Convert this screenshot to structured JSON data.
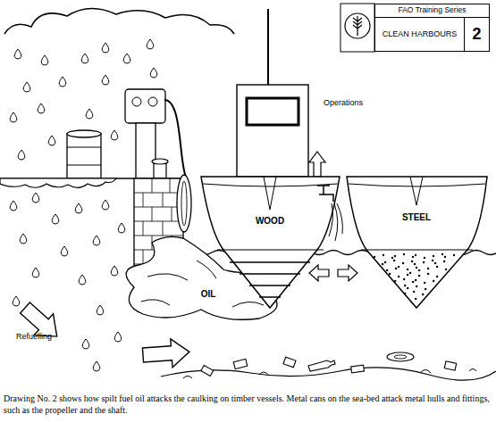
{
  "diagram": {
    "caption": "Drawing No. 2 shows how spilt fuel oil attacks the caulking on timber vessels. Metal cans on the sea-bed attack metal hulls and fittings, such as the propeller and the shaft.",
    "nodes": [
      {
        "text": [
          "FAO Training Series",
          "CLEAN HARBOURS",
          "2"
        ]
      },
      {
        "text": [
          "WOOD"
        ]
      },
      {
        "text": [
          "STEEL"
        ]
      },
      {
        "text": [
          "OIL"
        ]
      }
    ],
    "labels": [
      "Operations",
      "Refuelling"
    ]
  }
}
